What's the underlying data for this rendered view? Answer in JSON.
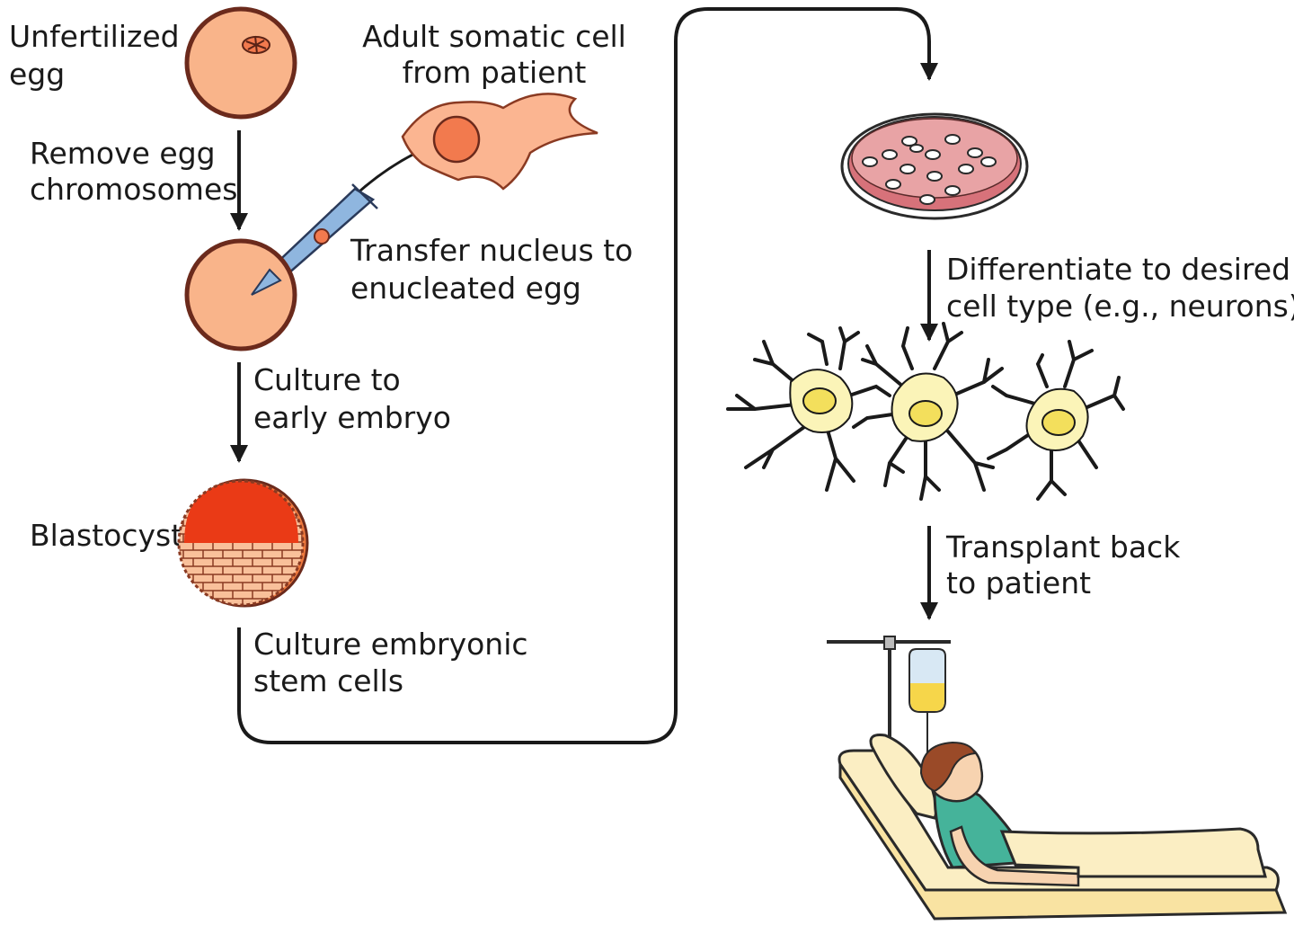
{
  "labels": {
    "unfertilized_1": "Unfertilized",
    "unfertilized_2": "egg",
    "adult_somatic_1": "Adult somatic cell",
    "adult_somatic_2": "from patient",
    "remove_1": "Remove egg",
    "remove_2": "chromosomes",
    "transfer_1": "Transfer nucleus to",
    "transfer_2": "enucleated egg",
    "culture_early_1": "Culture to",
    "culture_early_2": "early embryo",
    "blastocyst": "Blastocyst",
    "culture_stem_1": "Culture embryonic",
    "culture_stem_2": "stem cells",
    "differentiate_1": "Differentiate to desired",
    "differentiate_2": "cell type (e.g., neurons)",
    "transplant_1": "Transplant back",
    "transplant_2": "to patient"
  },
  "colors": {
    "egg_fill": "#f9b48a",
    "egg_stroke": "#6b2a1c",
    "somatic_fill": "#fbb591",
    "nucleus_fill": "#f27a4e",
    "blastocoel": "#ea3a16",
    "blastocyst_cells": "#f9c09a",
    "dish_medium": "#d7727a",
    "neuron_body": "#fbf4b8",
    "neuron_nucleus": "#f3df5c",
    "pipette": "#8fb6df",
    "gown": "#45b39a",
    "blanket": "#fbeec3",
    "bed": "#f9e3a2",
    "iv_fluid": "#f6d64a"
  }
}
